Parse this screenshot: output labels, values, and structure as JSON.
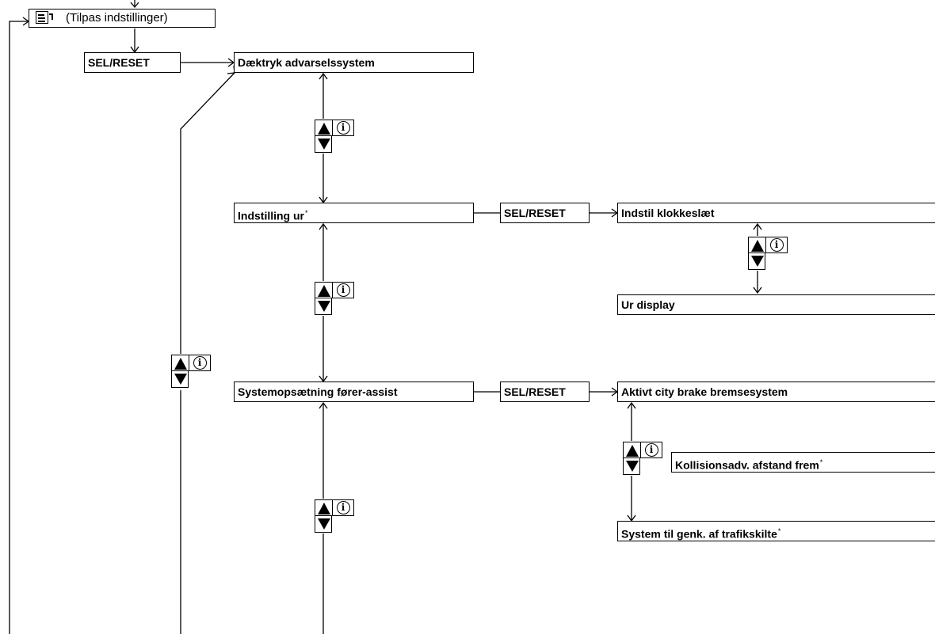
{
  "menu": {
    "header_label": "(Tilpas indstillinger)",
    "header_icon": "menu-list-icon"
  },
  "boxes": {
    "sel_reset": "SEL/RESET",
    "tpms": "Dæktryk advarselssystem",
    "clock_setting": "Indstilling ur",
    "set_time": "Indstil klokkeslæt",
    "clock_display": "Ur display",
    "driver_assist": "Systemopsætning fører-assist",
    "city_brake": "Aktivt city brake bremsesystem",
    "forward_collision": "Kollisionsadv. afstand frem",
    "sign_recognition": "System til genk. af trafikskilte"
  },
  "asterisk": "*",
  "controls": {
    "info_glyph": "i",
    "up_icon": "triangle-up-icon",
    "down_icon": "triangle-down-icon",
    "info_icon": "info-circle-icon"
  }
}
